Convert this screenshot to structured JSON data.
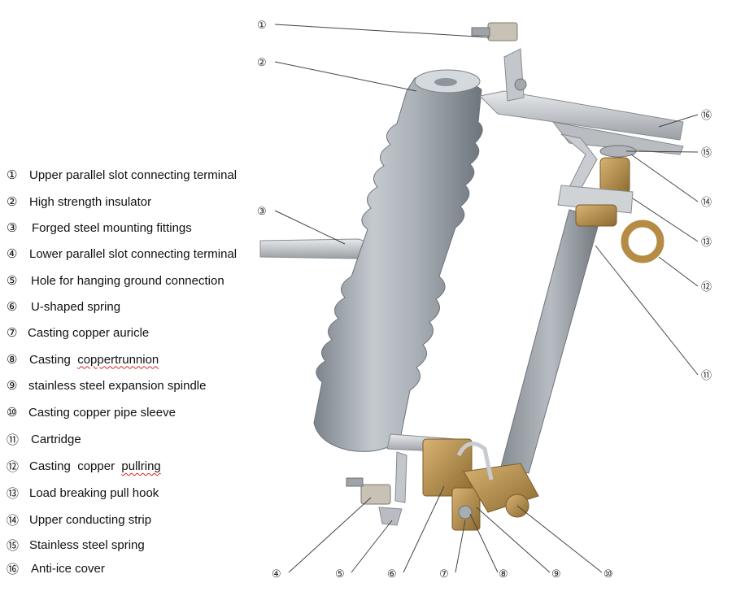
{
  "legend": [
    {
      "num": "①",
      "label": "Upper parallel slot connecting terminal"
    },
    {
      "num": "②",
      "label": "High strength insulator"
    },
    {
      "num": "③",
      "label": "Forged steel mounting fittings"
    },
    {
      "num": "④",
      "label": "Lower parallel slot connecting terminal"
    },
    {
      "num": "⑤",
      "label": "Hole for hanging ground connection"
    },
    {
      "num": "⑥",
      "label": "U-shaped spring"
    },
    {
      "num": "⑦",
      "label": "Casting copper auricle"
    },
    {
      "num": "⑧",
      "label_plain": "Casting  ",
      "label_wavy": "coppertrunnion"
    },
    {
      "num": "⑨",
      "label": "stainless steel expansion spindle"
    },
    {
      "num": "⑩",
      "label": "Casting copper pipe sleeve"
    },
    {
      "num": "⑪",
      "label": "Cartridge"
    },
    {
      "num": "⑫",
      "label_plain": "Casting  copper  ",
      "label_wavy": "pullring"
    },
    {
      "num": "⑬",
      "label": "Load breaking pull hook"
    },
    {
      "num": "⑭",
      "label": "Upper conducting strip"
    },
    {
      "num": "⑮",
      "label": "Stainless steel spring"
    },
    {
      "num": "⑯",
      "label": "Anti-ice cover"
    }
  ],
  "callouts": {
    "c1": "①",
    "c2": "②",
    "c3": "③",
    "c4": "④",
    "c5": "⑤",
    "c6": "⑥",
    "c7": "⑦",
    "c8": "⑧",
    "c9": "⑨",
    "c10": "⑩",
    "c11": "⑪",
    "c12": "⑫",
    "c13": "⑬",
    "c14": "⑭",
    "c15": "⑮",
    "c16": "⑯"
  },
  "colors": {
    "insulator": "#9aa3ab",
    "steel": "#c9ccd0",
    "brass": "#b8904a",
    "leader": "#444444"
  }
}
